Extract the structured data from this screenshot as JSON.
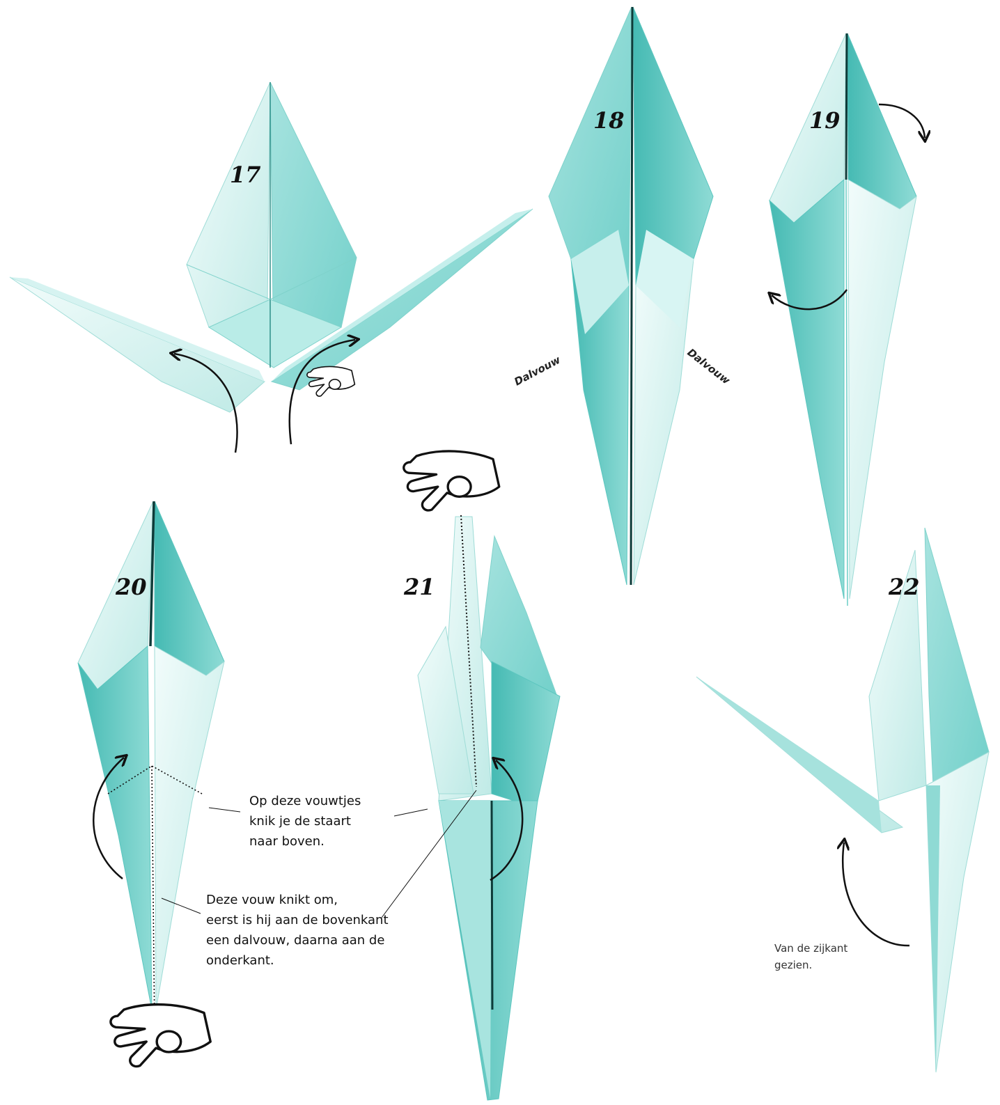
{
  "colors": {
    "paper_light": "#e6f8f7",
    "paper_mid": "#a7e3df",
    "paper_dark": "#4fc1bb",
    "crease": "#0e3b39",
    "arrow": "#111111"
  },
  "icons": [
    "curved-arrow-icon",
    "hand-icon"
  ],
  "steps": [
    {
      "number": "17"
    },
    {
      "number": "18",
      "fold_labels": [
        "Dalvouw",
        "Dalvouw"
      ]
    },
    {
      "number": "19"
    },
    {
      "number": "20"
    },
    {
      "number": "21"
    },
    {
      "number": "22"
    }
  ],
  "notes": {
    "tail_fold": [
      "Op deze vouwtjes",
      "knik je de staart",
      "naar boven."
    ],
    "reverse_fold": [
      "Deze vouw knikt om,",
      "eerst is hij aan de bovenkant",
      "een dalvouw, daarna aan de",
      "onderkant."
    ],
    "side_view": [
      "Van de zijkant",
      "gezien."
    ]
  }
}
